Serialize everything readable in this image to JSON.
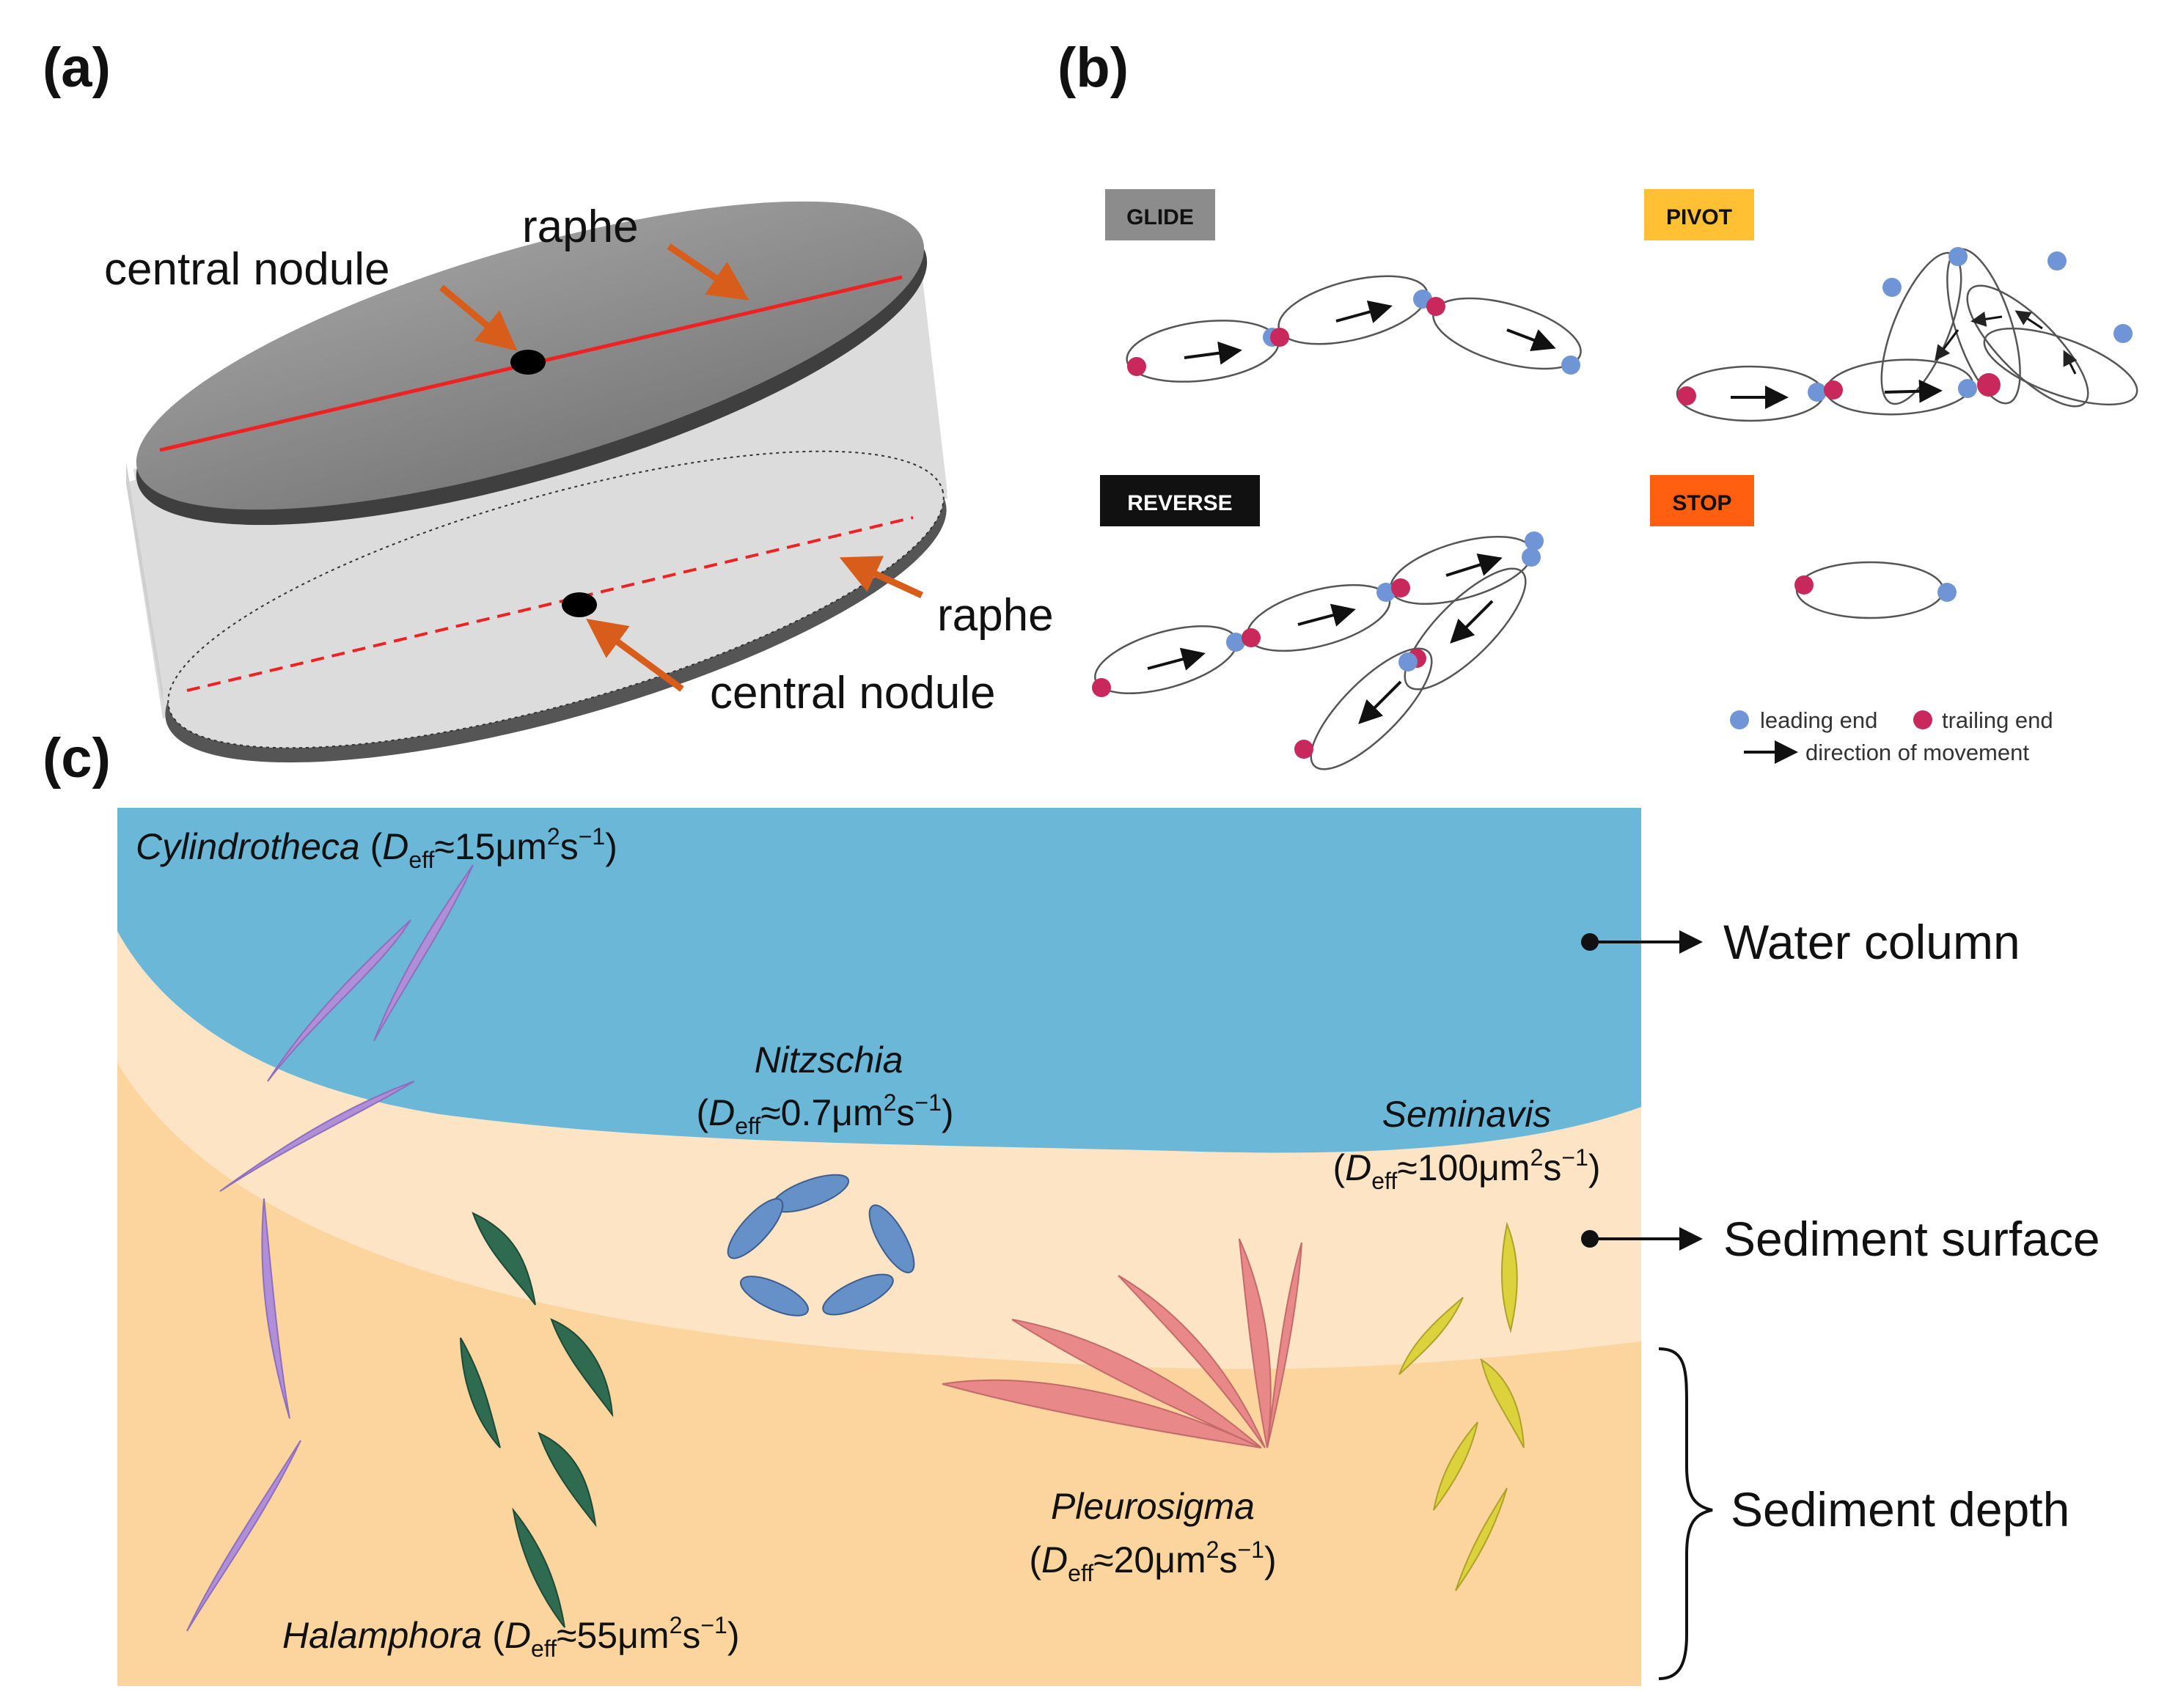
{
  "panels": {
    "a": {
      "label": "(a)",
      "raphe_top": "raphe",
      "central_nodule_top": "central nodule",
      "raphe_bottom": "raphe",
      "central_nodule_bottom": "central nodule"
    },
    "b": {
      "label": "(b)",
      "glide": "GLIDE",
      "pivot": "PIVOT",
      "reverse": "REVERSE",
      "stop": "STOP",
      "legend": {
        "leading_end": "leading end",
        "trailing_end": "trailing end",
        "direction": "direction of movement"
      }
    },
    "c": {
      "label": "(c)",
      "cylindrotheca": {
        "name": "Cylindrotheca",
        "open": "(",
        "d": "D",
        "sub": "eff",
        "val": "≈15μm",
        "sq": "2",
        "s": "s",
        "exp": "−1",
        "close": ")"
      },
      "nitzschia": {
        "name": "Nitzschia",
        "open": "(",
        "d": "D",
        "sub": "eff",
        "val": "≈0.7μm",
        "sq": "2",
        "s": "s",
        "exp": "−1",
        "close": ")"
      },
      "seminavis": {
        "name": "Seminavis",
        "open": "(",
        "d": "D",
        "sub": "eff",
        "val": "≈100μm",
        "sq": "2",
        "s": "s",
        "exp": "−1",
        "close": ")"
      },
      "pleurosigma": {
        "name": "Pleurosigma",
        "open": "(",
        "d": "D",
        "sub": "eff",
        "val": "≈20μm",
        "sq": "2",
        "s": "s",
        "exp": "−1",
        "close": ")"
      },
      "halamphora": {
        "name": "Halamphora",
        "open": "(",
        "d": "D",
        "sub": "eff",
        "val": "≈55μm",
        "sq": "2",
        "s": "s",
        "exp": "−1",
        "close": ")"
      },
      "zones": {
        "water": "Water column",
        "surface": "Sediment surface",
        "depth": "Sediment depth"
      }
    }
  },
  "colors": {
    "glide_badge": "#8c8c8c",
    "pivot_badge": "#ffc033",
    "reverse_badge": "#111111",
    "stop_badge": "#ff5f0f",
    "leading_end": "#6f95d6",
    "trailing_end": "#c8285c",
    "water": "#6bb7d8",
    "sediment_surface": "#fde4c4",
    "sediment_depth": "#fcd49e",
    "raphe_red": "#ee2222",
    "arrow_orange": "#d85c1a",
    "cylindrotheca": "#b08fd8",
    "nitzschia": "#6690c8",
    "seminavis": "#dcd23c",
    "pleurosigma": "#e88888",
    "halamphora": "#2e6b50"
  }
}
